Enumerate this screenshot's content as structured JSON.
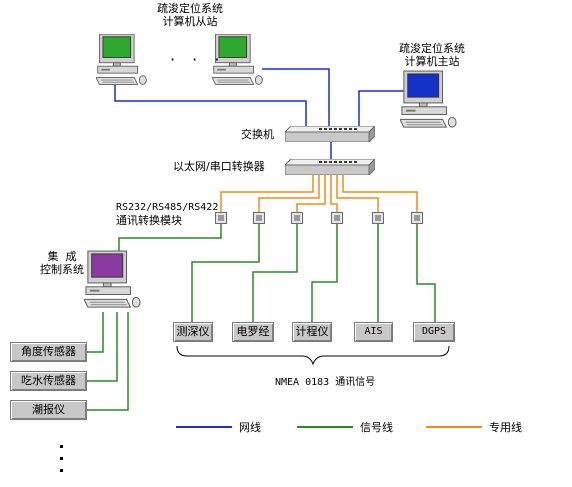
{
  "nodes": {
    "slave_station": {
      "line1": "疏浚定位系统",
      "line2": "计算机从站"
    },
    "master_station": {
      "line1": "疏浚定位系统",
      "line2": "计算机主站"
    },
    "switch": "交换机",
    "converter": "以太网/串口转换器",
    "module": {
      "line1": "RS232/RS485/RS422",
      "line2": "通讯转换模块"
    },
    "control": {
      "line1": "集  成",
      "line2": "控制系统"
    }
  },
  "ellipsis_h": "· · ·",
  "devices": [
    "测深仪",
    "电罗经",
    "计程仪",
    "AIS",
    "DGPS"
  ],
  "sensors": [
    "角度传感器",
    "吃水传感器",
    "潮报仪"
  ],
  "nmea_label": "NMEA 0183 通讯信号",
  "legend": {
    "network": {
      "label": "网线",
      "color": "#1f2fc8"
    },
    "signal": {
      "label": "信号线",
      "color": "#2a8a2a"
    },
    "dedicated": {
      "label": "专用线",
      "color": "#f08a1c"
    }
  }
}
